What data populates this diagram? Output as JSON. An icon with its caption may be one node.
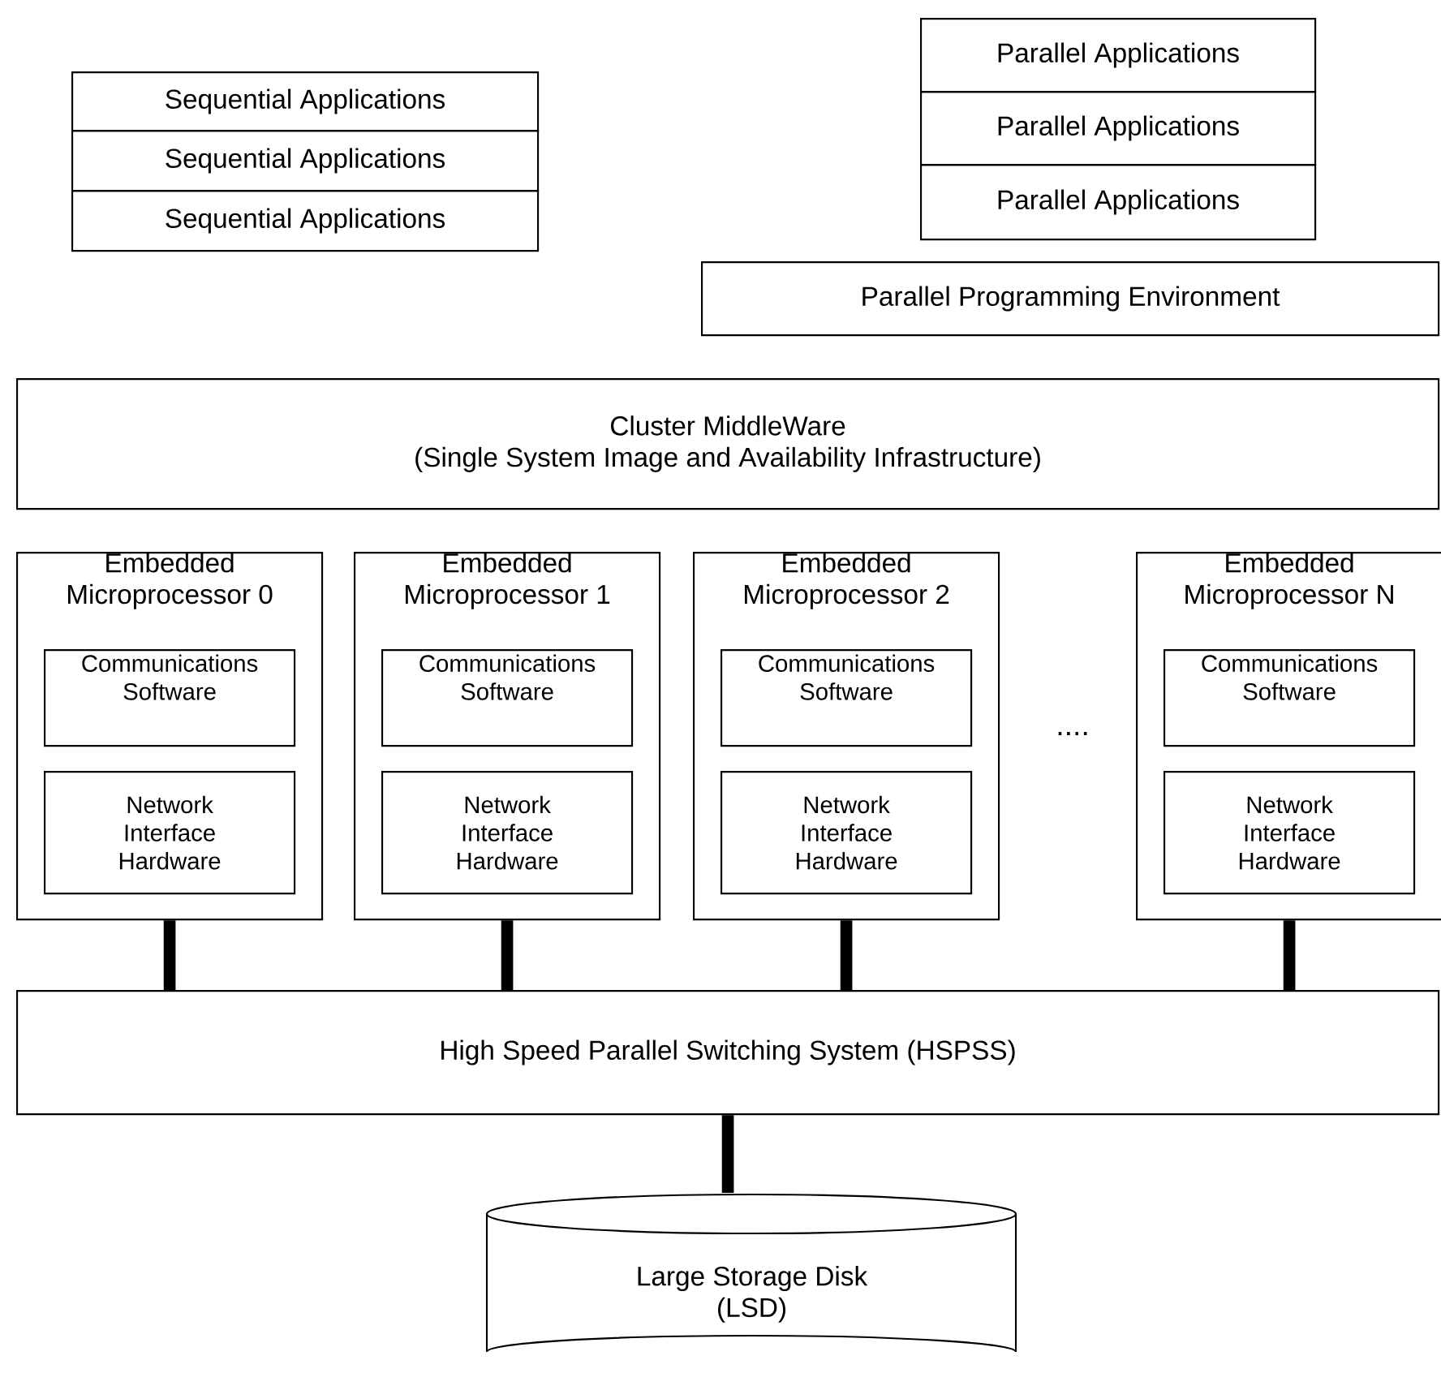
{
  "diagram": {
    "nodes": [
      {
        "text": [
          "Sequential Applications"
        ]
      },
      {
        "text": [
          "Sequential Applications"
        ]
      },
      {
        "text": [
          "Sequential Applications"
        ]
      },
      {
        "text": [
          "Parallel Applications"
        ]
      },
      {
        "text": [
          "Parallel Applications"
        ]
      },
      {
        "text": [
          "Parallel Applications"
        ]
      },
      {
        "text": [
          "Parallel Programming Environment"
        ]
      },
      {
        "text": [
          "Cluster MiddleWare",
          "(Single System Image and Availability Infrastructure)"
        ]
      },
      {
        "text": [
          "Embedded Microprocessor 0"
        ]
      },
      {
        "text": [
          "Communications Software"
        ],
        "in": 8
      },
      {
        "text": [
          "Network Interface Hardware"
        ],
        "in": 8
      },
      {
        "text": [
          "Embedded Microprocessor 1"
        ]
      },
      {
        "text": [
          "Communications Software"
        ],
        "in": 11
      },
      {
        "text": [
          "Network Interface Hardware"
        ],
        "in": 11
      },
      {
        "text": [
          "Embedded Microprocessor 2"
        ]
      },
      {
        "text": [
          "Communications Software"
        ],
        "in": 14
      },
      {
        "text": [
          "Network Interface Hardware"
        ],
        "in": 14
      },
      {
        "text": [
          "Embedded Microprocessor N"
        ]
      },
      {
        "text": [
          "Communications Software"
        ],
        "in": 17
      },
      {
        "text": [
          "Network Interface Hardware"
        ],
        "in": 17
      },
      {
        "text": [
          "High Speed Parallel Switching System (HSPSS)"
        ]
      },
      {
        "text": [
          "Large Storage Disk (LSD)"
        ]
      }
    ],
    "edges": [
      {
        "from": 8,
        "to": 20,
        "arrow": "none"
      },
      {
        "from": 11,
        "to": 20,
        "arrow": "none"
      },
      {
        "from": 14,
        "to": 20,
        "arrow": "none"
      },
      {
        "from": 17,
        "to": 20,
        "arrow": "none"
      },
      {
        "from": 20,
        "to": 21,
        "arrow": "none"
      }
    ],
    "labels": [
      "...."
    ]
  }
}
